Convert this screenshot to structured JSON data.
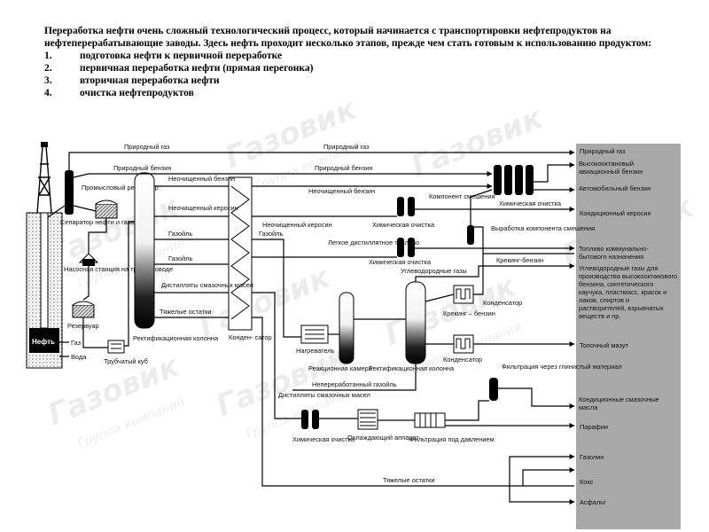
{
  "intro": {
    "text": "Переработка нефти очень сложный технологический процесс, который начинается с транспортировки нефтепродуктов на нефтеперерабатывающие заводы. Здесь нефть проходит несколько этапов, прежде чем стать готовым к использованию продуктом:",
    "steps": [
      {
        "num": "1.",
        "text": "подготовка нефти к первичной переработке"
      },
      {
        "num": "2.",
        "text": "первичная переработка нефти (прямая перегонка)"
      },
      {
        "num": "3.",
        "text": "вторичная переработка нефти"
      },
      {
        "num": "4.",
        "text": "очистка нефтепродуктов"
      }
    ]
  },
  "diagram": {
    "well": {
      "oil": "Нефть",
      "gas": "Газ",
      "water": "Вода"
    },
    "units": {
      "separator": "Сепаратор нефти и газа",
      "field_tank": "Промысловый резервуар",
      "pump_station": "Насосная станция на трубопроводе",
      "reservoir": "Резервуар",
      "tube_furnace": "Трубчатый куб",
      "rect_column": "Ректификационная колонна",
      "condenser": "Конден- сатор",
      "heater": "Нагреватель",
      "reaction_chamber": "Реакционная камера",
      "rect_column2": "Ректификационная колонна",
      "cracking_gasoline": "Крекинг – бензин",
      "condenser2": "Конденсатор",
      "condenser3": "Конденсатор",
      "chem_cleaning1": "Химическая очистка",
      "chem_cleaning2": "Химическая очистка",
      "chem_cleaning3": "Химическая очистка",
      "chem_cleaning4": "Химическая очистка",
      "blend_output": "Выработка компонента смешения",
      "blend_component": "Компонент смешения",
      "cooling": "Охлаждающий аппарат",
      "pressure_filter": "Фильтрация под давлением",
      "clay_filter": "Фильтрация через глинистый материал"
    },
    "streams": {
      "natural_gas": "Природный газ",
      "natural_gas2": "Природный газ",
      "natural_gasoline": "Природный бензин",
      "natural_gasoline2": "Природный бензин",
      "unrefined_gasoline": "Неочищенный бензин",
      "unrefined_gasoline2": "Неочищенный бензин",
      "unrefined_kerosene": "Неочищенный керосин",
      "unrefined_kerosene2": "Неочищенный керосин",
      "gasoline": "Газойль",
      "gasoil": "Газойль",
      "gasoil2": "Газойль",
      "oil_distillates": "Дистилляты смазочных масел",
      "oil_distillates2": "Дистилляты смазочных масел",
      "heavy_residue": "Тяжелые остатки",
      "heavy_residue2": "Тяжелые остатки",
      "light_fuel": "Легкое дистиллятное топливо",
      "hydrocarbon_gases": "Углеводородные газы",
      "cracking_gasoline": "Крекинг-бензин",
      "unprocessed_gasoil": "Непереработанный газойль"
    },
    "outputs": [
      "Природный газ",
      "Высокооктановый авиационный бензин",
      "Автомобильный бензин",
      "Кондиционный керосин",
      "Топливо коммунально-бытового назначения",
      "Углеводородные газы для производства высокооктанового бензина, синтетического каучука, пластмасс, красок и лаков, спиртов и растворителей, взрывчатых веществ и пр.",
      "Топочный мазут",
      "Кондиционные смазочные масла",
      "Парафин",
      "Газолин",
      "Кокс",
      "Асфальт"
    ],
    "watermark": {
      "brand": "Газовик",
      "tagline": "Группа компаний"
    }
  },
  "colors": {
    "panel": "#a9a9a9",
    "line": "#000000",
    "watermark": "#000000"
  }
}
